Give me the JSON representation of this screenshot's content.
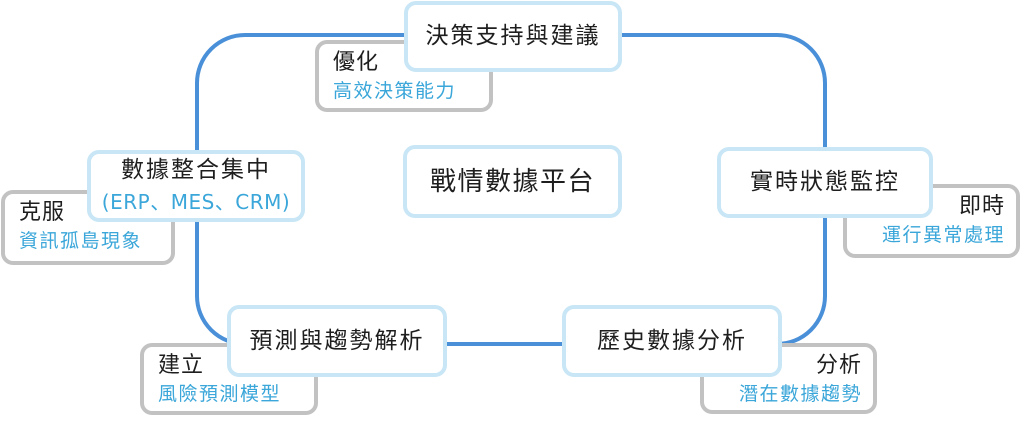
{
  "platform": {
    "title": "戰情數據平台"
  },
  "nodes": [
    {
      "title": "決策支持與建議",
      "note": {
        "label": "優化",
        "detail": "高效決策能力"
      }
    },
    {
      "title": "實時狀態監控",
      "note": {
        "label": "即時",
        "detail": "運行異常處理"
      }
    },
    {
      "title": "歷史數據分析",
      "note": {
        "label": "分析",
        "detail": "潛在數據趨勢"
      }
    },
    {
      "title": "預測與趨勢解析",
      "note": {
        "label": "建立",
        "detail": "風險預測模型"
      }
    },
    {
      "title": "數據整合集中",
      "subtitle": "(ERP、MES、CRM)",
      "note": {
        "label": "克服",
        "detail": "資訊孤島現象"
      }
    }
  ],
  "colors": {
    "loop": "#4a90d9",
    "node_border": "#c8e6f6",
    "note_border": "#c2c2c2",
    "accent_text": "#3aa6d9",
    "text": "#1e1e1e"
  }
}
